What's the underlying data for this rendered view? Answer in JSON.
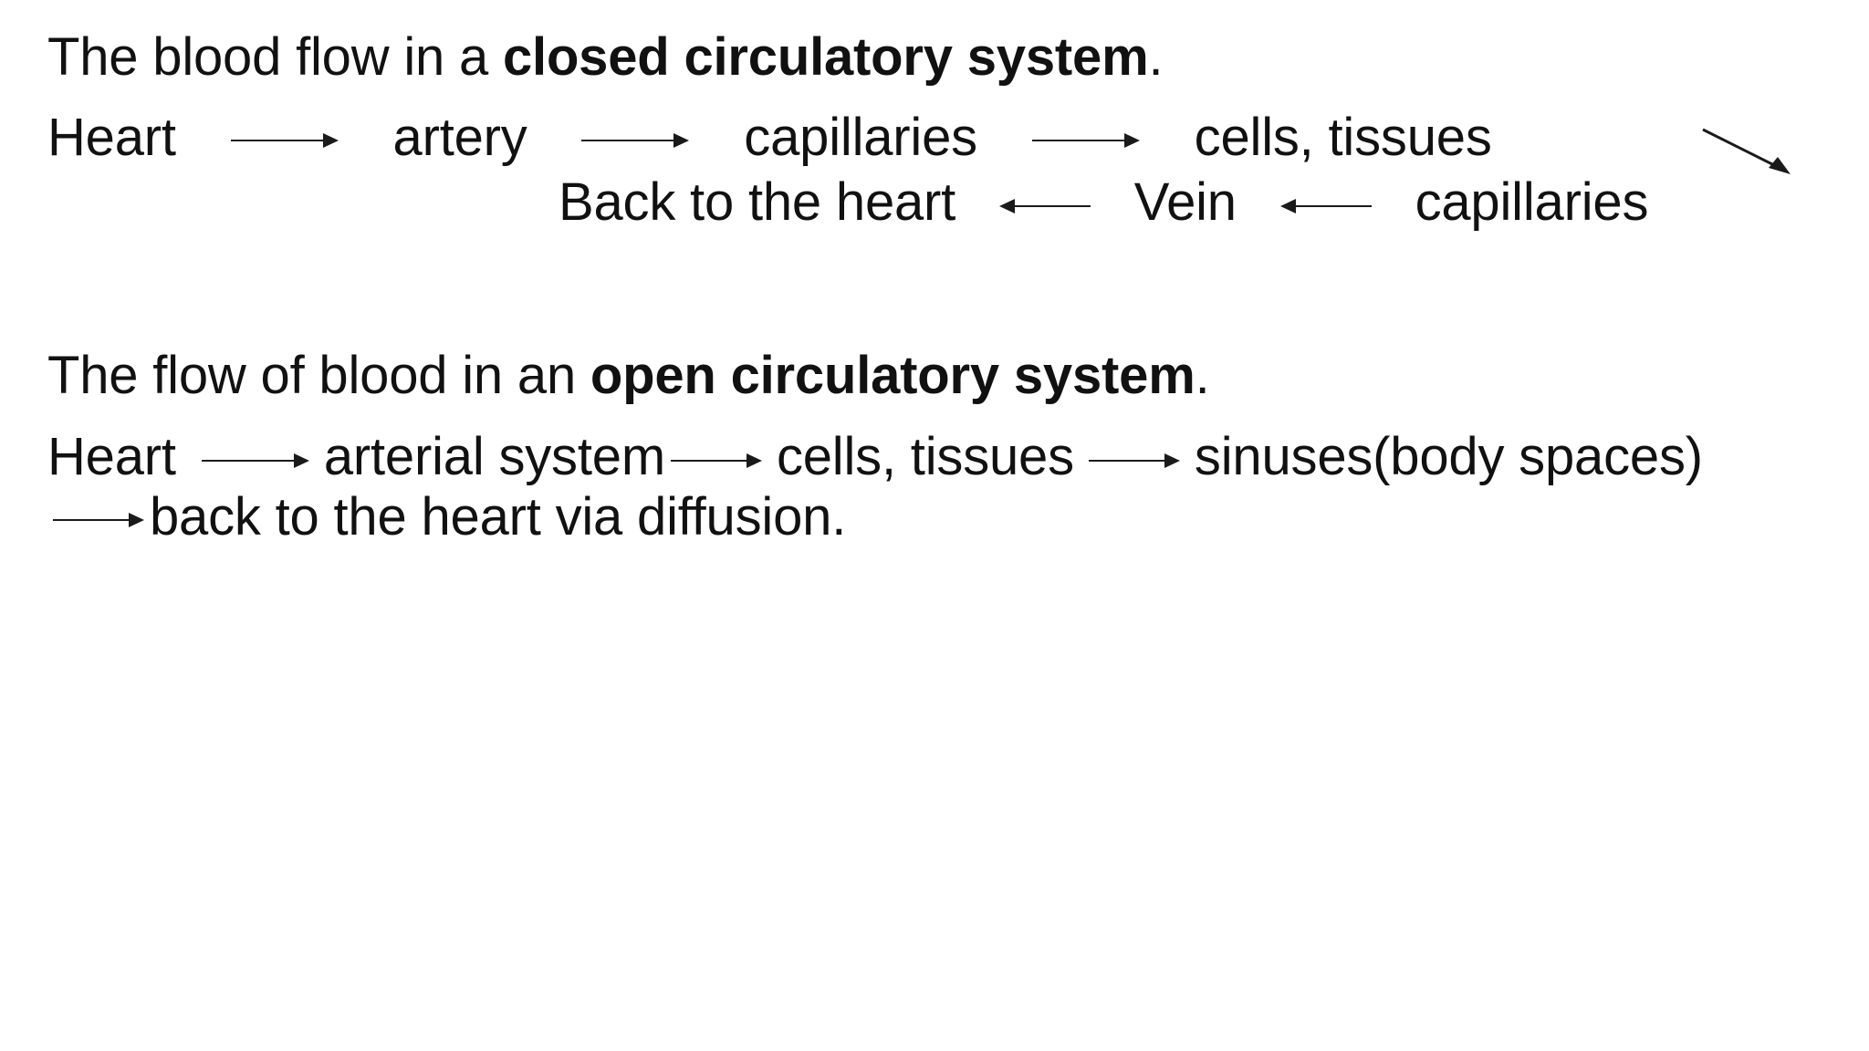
{
  "slide": {
    "background_color": "#ffffff",
    "text_color": "#111111",
    "arrow_color": "#1a1a1a"
  },
  "closed_system": {
    "heading_prefix": "The blood flow in a ",
    "heading_bold": "closed circulatory system",
    "heading_suffix": ".",
    "flow_line1": [
      "Heart",
      "artery",
      "capillaries",
      "cells, tissues"
    ],
    "flow_line2": [
      "Back to the heart",
      "Vein",
      "capillaries"
    ],
    "arrow_right": "right-arrow-icon",
    "arrow_left": "left-arrow-icon",
    "arrow_diagonal": "diagonal-down-right-arrow-icon"
  },
  "open_system": {
    "heading_prefix": "The flow of blood in an ",
    "heading_bold": "open circulatory system",
    "heading_suffix": ".",
    "flow_parts": [
      "Heart",
      "arterial system",
      "cells, tissues",
      "sinuses(body spaces)",
      "back to the heart via diffusion."
    ],
    "flow_segment_1": "Heart",
    "flow_segment_2": "arterial system",
    "flow_segment_3": "cells, tissues",
    "flow_segment_4": "sinuses(body spaces)",
    "flow_segment_5": "back to the heart via diffusion."
  }
}
